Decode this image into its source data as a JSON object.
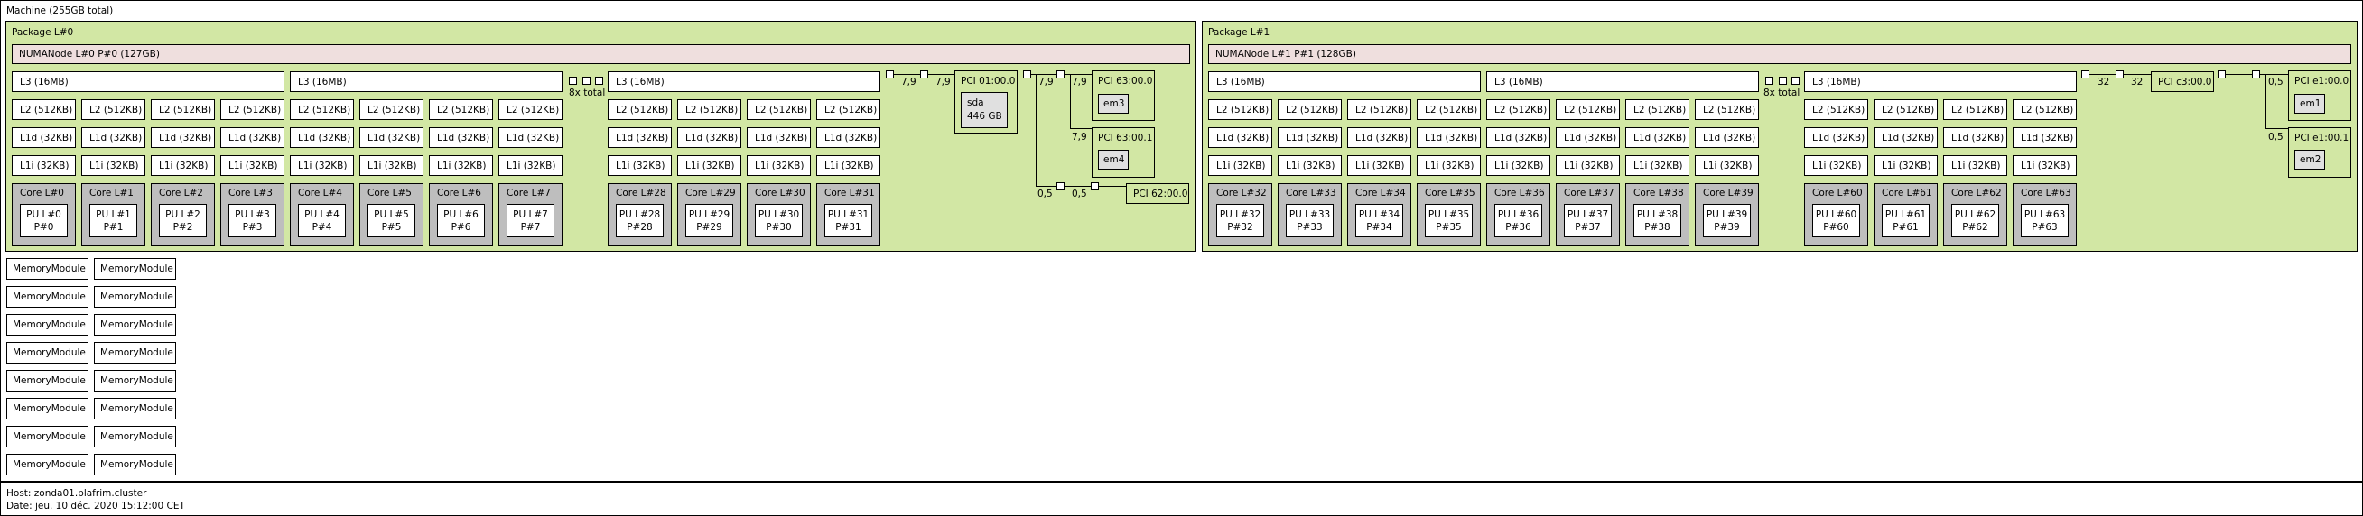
{
  "machine": {
    "title": "Machine (255GB total)"
  },
  "packages": [
    {
      "label": "Package L#0",
      "numa": "NUMANode L#0 P#0 (127GB)",
      "l3": [
        "L3 (16MB)",
        "L3 (16MB)",
        "L3 (16MB)"
      ],
      "collapsed": "8x total",
      "cores": [
        {
          "core": "Core L#0",
          "pu": "PU L#0",
          "p": "P#0"
        },
        {
          "core": "Core L#1",
          "pu": "PU L#1",
          "p": "P#1"
        },
        {
          "core": "Core L#2",
          "pu": "PU L#2",
          "p": "P#2"
        },
        {
          "core": "Core L#3",
          "pu": "PU L#3",
          "p": "P#3"
        },
        {
          "core": "Core L#4",
          "pu": "PU L#4",
          "p": "P#4"
        },
        {
          "core": "Core L#5",
          "pu": "PU L#5",
          "p": "P#5"
        },
        {
          "core": "Core L#6",
          "pu": "PU L#6",
          "p": "P#6"
        },
        {
          "core": "Core L#7",
          "pu": "PU L#7",
          "p": "P#7"
        },
        {
          "core": "Core L#28",
          "pu": "PU L#28",
          "p": "P#28"
        },
        {
          "core": "Core L#29",
          "pu": "PU L#29",
          "p": "P#29"
        },
        {
          "core": "Core L#30",
          "pu": "PU L#30",
          "p": "P#30"
        },
        {
          "core": "Core L#31",
          "pu": "PU L#31",
          "p": "P#31"
        }
      ]
    },
    {
      "label": "Package L#1",
      "numa": "NUMANode L#1 P#1 (128GB)",
      "l3": [
        "L3 (16MB)",
        "L3 (16MB)",
        "L3 (16MB)"
      ],
      "collapsed": "8x total",
      "cores": [
        {
          "core": "Core L#32",
          "pu": "PU L#32",
          "p": "P#32"
        },
        {
          "core": "Core L#33",
          "pu": "PU L#33",
          "p": "P#33"
        },
        {
          "core": "Core L#34",
          "pu": "PU L#34",
          "p": "P#34"
        },
        {
          "core": "Core L#35",
          "pu": "PU L#35",
          "p": "P#35"
        },
        {
          "core": "Core L#36",
          "pu": "PU L#36",
          "p": "P#36"
        },
        {
          "core": "Core L#37",
          "pu": "PU L#37",
          "p": "P#37"
        },
        {
          "core": "Core L#38",
          "pu": "PU L#38",
          "p": "P#38"
        },
        {
          "core": "Core L#39",
          "pu": "PU L#39",
          "p": "P#39"
        },
        {
          "core": "Core L#60",
          "pu": "PU L#60",
          "p": "P#60"
        },
        {
          "core": "Core L#61",
          "pu": "PU L#61",
          "p": "P#61"
        },
        {
          "core": "Core L#62",
          "pu": "PU L#62",
          "p": "P#62"
        },
        {
          "core": "Core L#63",
          "pu": "PU L#63",
          "p": "P#63"
        }
      ]
    }
  ],
  "caches": {
    "l2": "L2 (512KB)",
    "l1d": "L1d (32KB)",
    "l1i": "L1i (32KB)"
  },
  "pci0": {
    "bw_a": "7,9",
    "bw_b": "7,9",
    "bw_c": "7,9",
    "bw_d": "7,9",
    "bw_e": "7,9",
    "bw_f": "0,5",
    "bw_g": "0,5",
    "dev_0100": "PCI 01:00.0",
    "sda_name": "sda",
    "sda_size": "446 GB",
    "dev_6300": "PCI 63:00.0",
    "em3": "em3",
    "dev_6301": "PCI 63:00.1",
    "em4": "em4",
    "dev_6200": "PCI 62:00.0"
  },
  "pci1": {
    "bw_a": "32",
    "bw_b": "32",
    "bw_c": "0,5",
    "bw_d": "0,5",
    "dev_c300": "PCI c3:00.0",
    "dev_e100": "PCI e1:00.0",
    "em1": "em1",
    "dev_e101": "PCI e1:00.1",
    "em2": "em2"
  },
  "memory_modules": [
    "MemoryModule",
    "MemoryModule",
    "MemoryModule",
    "MemoryModule",
    "MemoryModule",
    "MemoryModule",
    "MemoryModule",
    "MemoryModule",
    "MemoryModule",
    "MemoryModule",
    "MemoryModule",
    "MemoryModule",
    "MemoryModule",
    "MemoryModule",
    "MemoryModule",
    "MemoryModule"
  ],
  "footer": {
    "host": "Host: zonda01.plafrim.cluster",
    "date": "Date: jeu. 10 déc. 2020 15:12:00 CET"
  }
}
